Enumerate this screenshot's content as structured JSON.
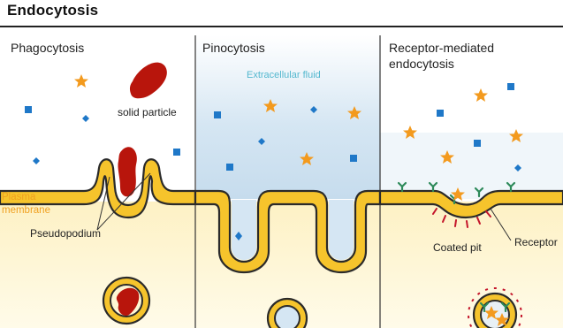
{
  "title": "Endocytosis",
  "panels": [
    {
      "heading": "Phagocytosis"
    },
    {
      "heading": "Pinocytosis"
    },
    {
      "heading_line1": "Receptor-mediated",
      "heading_line2": "endocytosis"
    }
  ],
  "labels": {
    "solid_particle": "solid particle",
    "plasma_membrane_line1": "Plasma",
    "plasma_membrane_line2": "membrane",
    "pseudopodium": "Pseudopodium",
    "extracellular_fluid": "Extracellular fluid",
    "coated_pit": "Coated pit",
    "receptor": "Receptor"
  },
  "colors": {
    "membrane_fill": "#f6c42c",
    "membrane_stroke": "#2a2a2a",
    "particle": "#b8150c",
    "star": "#f39a1e",
    "dot": "#1f78c8",
    "fluid": "#cfe3f3",
    "cytoplasm": "#fdf6d3",
    "receptor": "#2e8a5a",
    "coat": "#c4152a"
  }
}
